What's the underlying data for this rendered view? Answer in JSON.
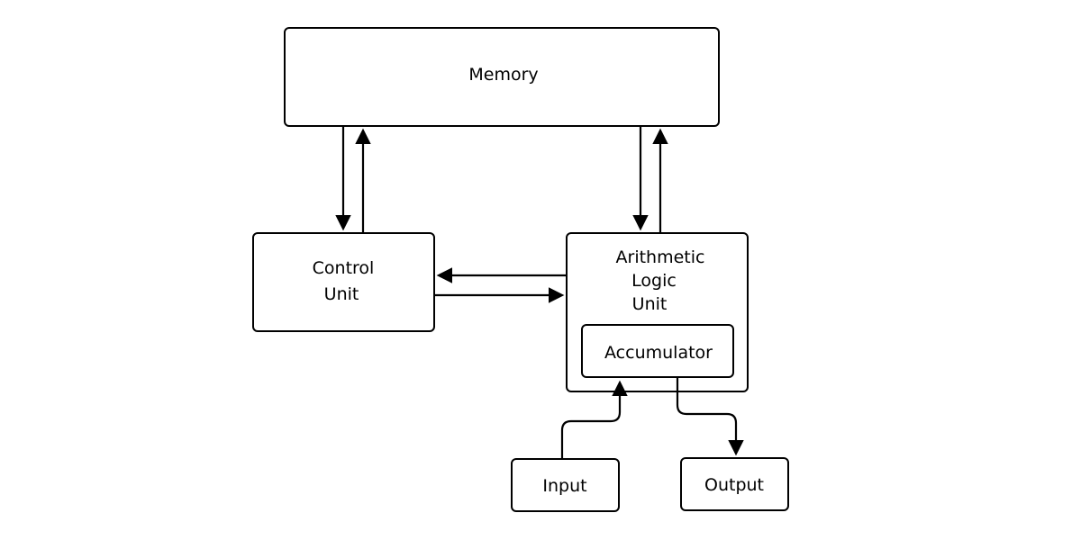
{
  "diagram": {
    "title": "Von Neumann architecture",
    "nodes": {
      "memory": {
        "label": "Memory"
      },
      "control_unit": {
        "lines": [
          "Control",
          "Unit"
        ]
      },
      "alu": {
        "lines": [
          "Arithmetic",
          "Logic",
          "Unit"
        ]
      },
      "accumulator": {
        "label": "Accumulator"
      },
      "input": {
        "label": "Input"
      },
      "output": {
        "label": "Output"
      }
    },
    "edges": [
      {
        "from": "memory",
        "to": "control_unit"
      },
      {
        "from": "control_unit",
        "to": "memory"
      },
      {
        "from": "memory",
        "to": "alu"
      },
      {
        "from": "alu",
        "to": "memory"
      },
      {
        "from": "alu",
        "to": "control_unit"
      },
      {
        "from": "control_unit",
        "to": "alu"
      },
      {
        "from": "input",
        "to": "accumulator"
      },
      {
        "from": "accumulator",
        "to": "output"
      }
    ]
  }
}
